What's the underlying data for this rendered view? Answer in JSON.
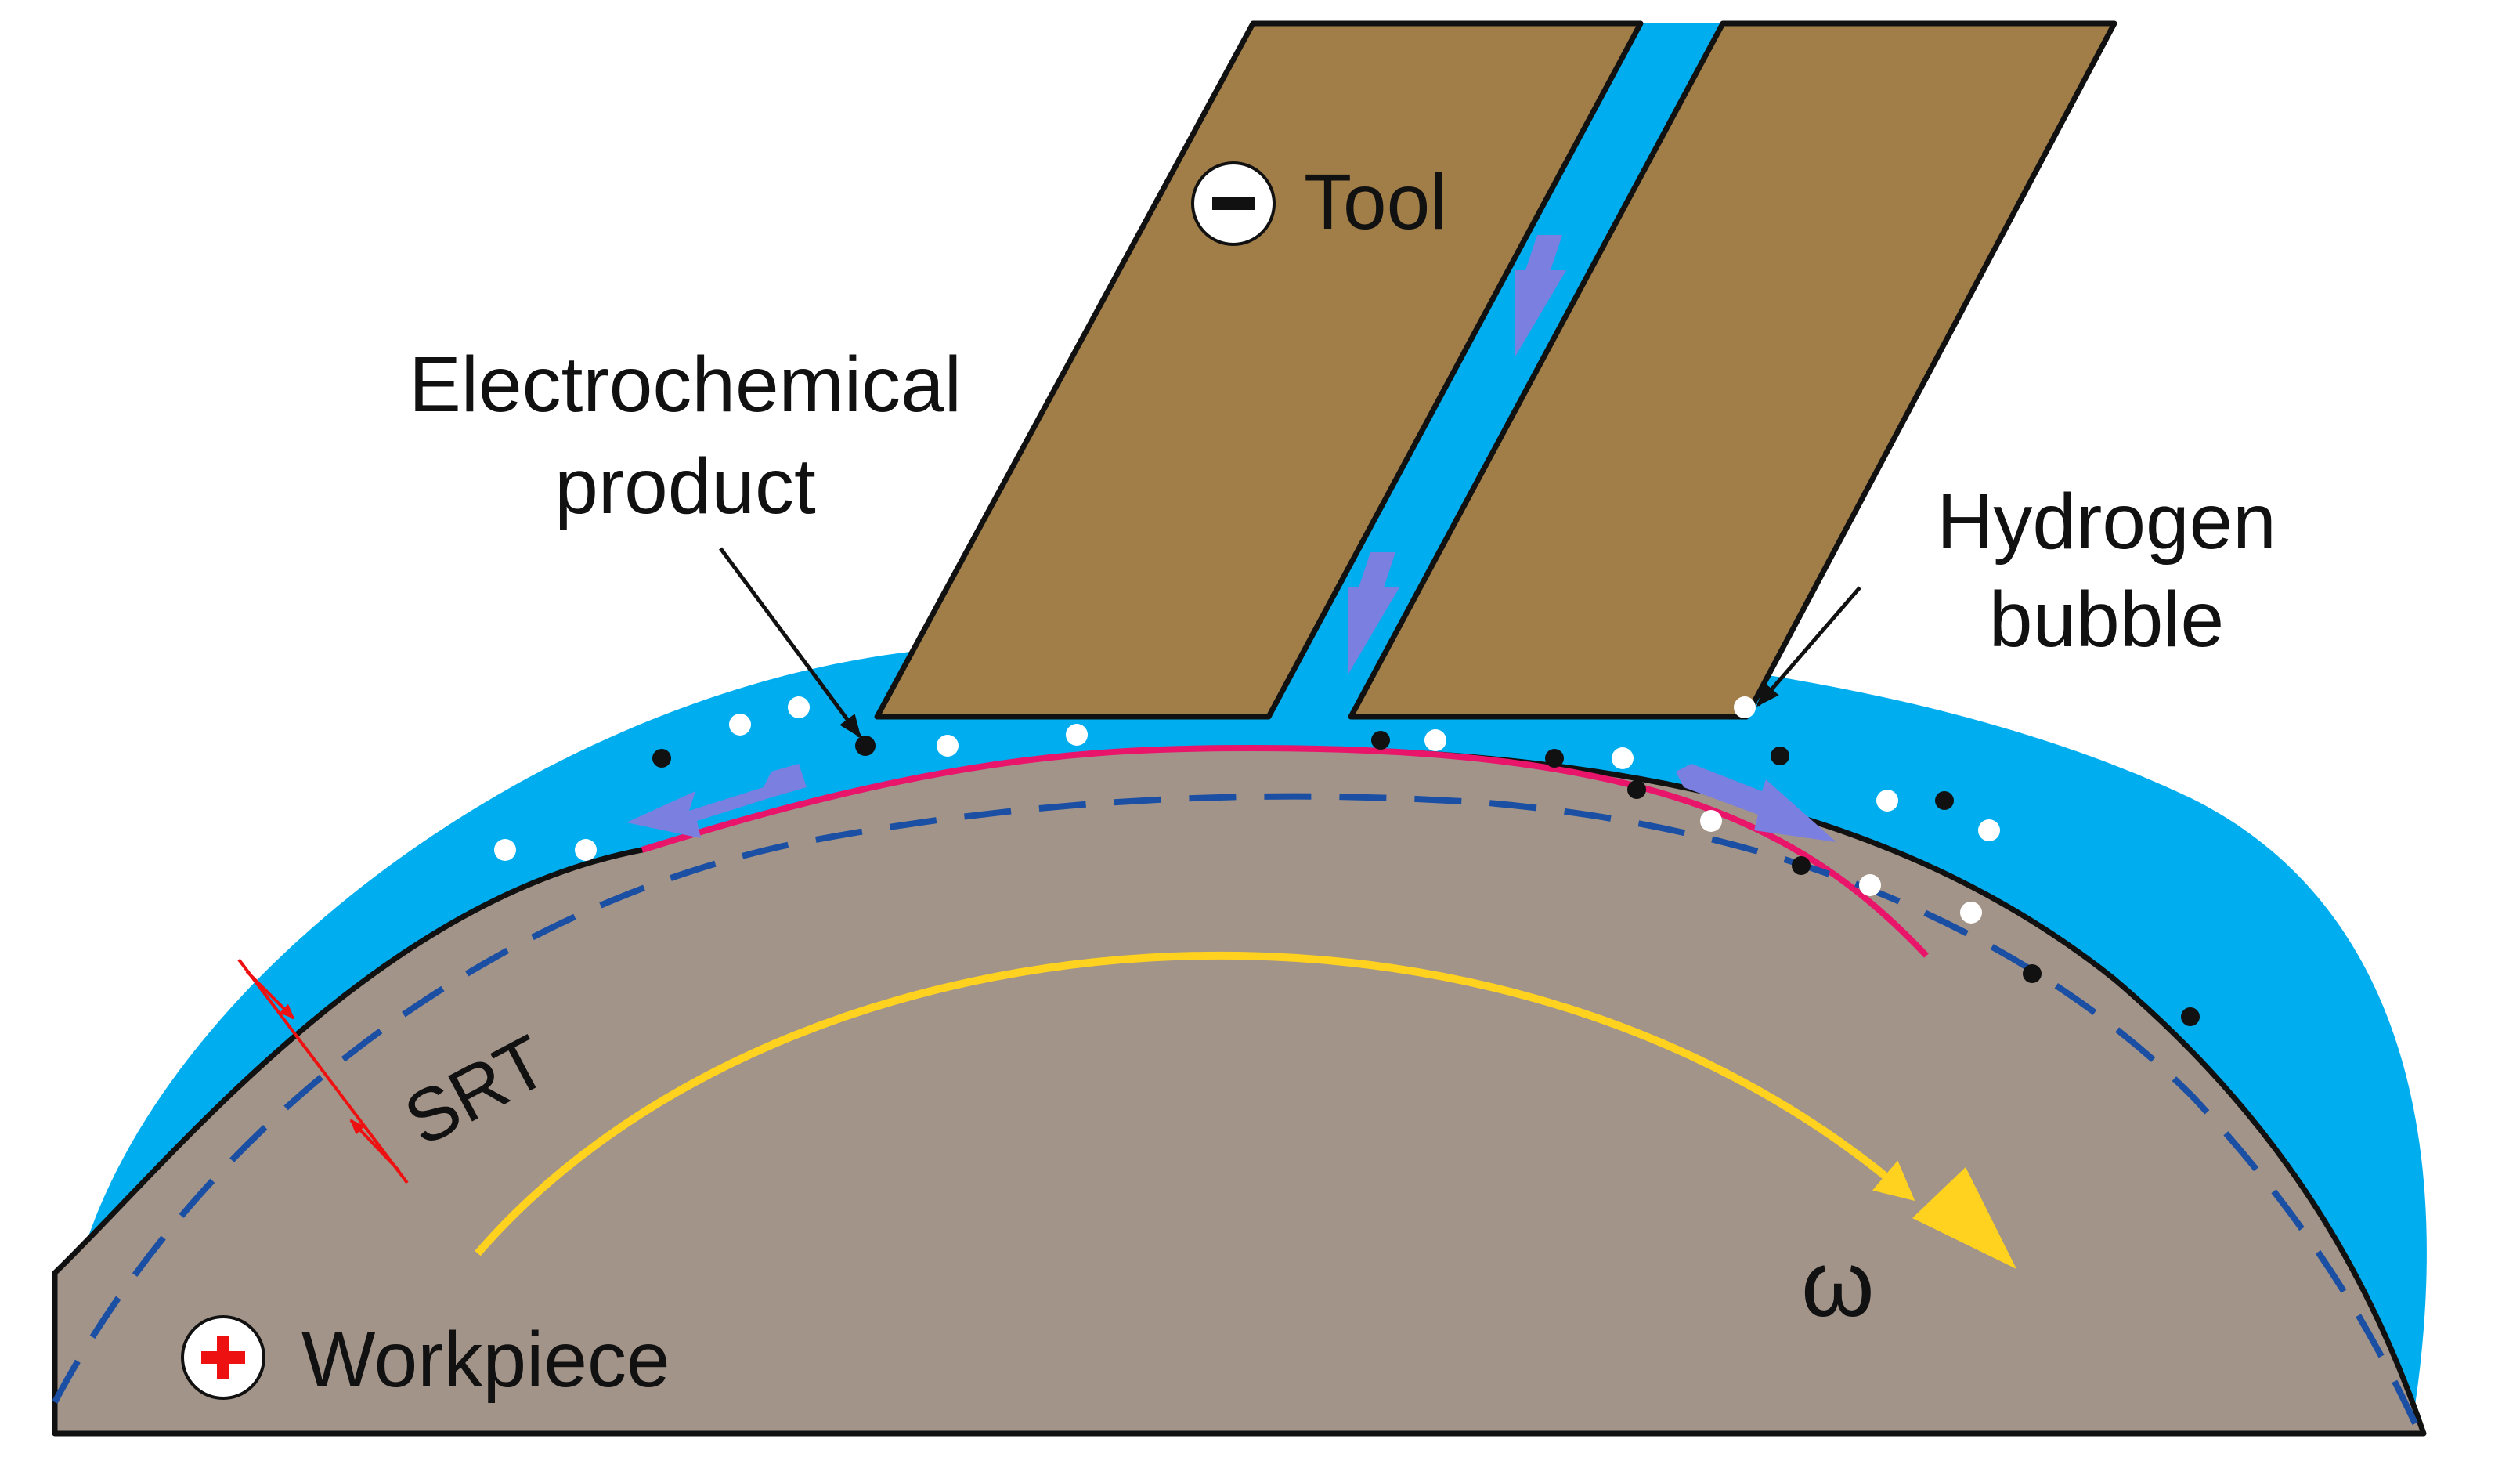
{
  "labels": {
    "tool": "Tool",
    "electrochemical_product_line1": "Electrochemical",
    "electrochemical_product_line2": "product",
    "hydrogen_bubble_line1": "Hydrogen",
    "hydrogen_bubble_line2": "bubble",
    "srt": "SRT",
    "omega": "ω",
    "workpiece": "Workpiece"
  },
  "signs": {
    "tool_polarity": "−",
    "workpiece_polarity": "+"
  },
  "colors": {
    "electrolyte": "#00aeef",
    "tool": "#a17e48",
    "workpiece": "#a39489",
    "machined_surface": "#e8156b",
    "rotation_arrow": "#ffd21f",
    "flow_arrow": "#7b7fe0",
    "dashed_surface": "#1b4fa3",
    "srt_marker": "#ee1111"
  }
}
